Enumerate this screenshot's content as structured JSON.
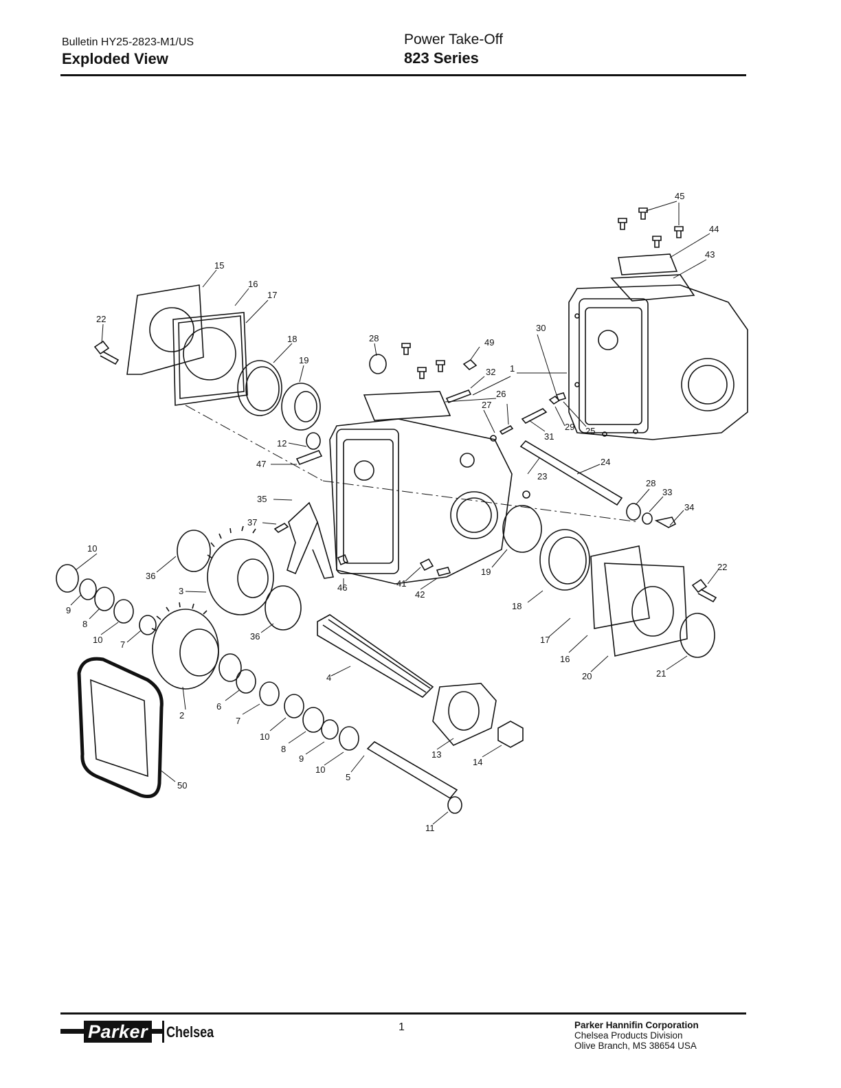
{
  "header": {
    "bulletin": "Bulletin HY25-2823-M1/US",
    "section_title": "Exploded View",
    "product": "Power Take-Off",
    "series": "823 Series"
  },
  "callouts": {
    "c1": "1",
    "c2": "2",
    "c3": "3",
    "c4": "4",
    "c5": "5",
    "c6": "6",
    "c7a": "7",
    "c7b": "7",
    "c8a": "8",
    "c8b": "8",
    "c9a": "9",
    "c9b": "9",
    "c10a": "10",
    "c10b": "10",
    "c10c": "10",
    "c10d": "10",
    "c11": "11",
    "c12": "12",
    "c13": "13",
    "c14": "14",
    "c15": "15",
    "c16a": "16",
    "c16b": "16",
    "c17a": "17",
    "c17b": "17",
    "c18a": "18",
    "c18b": "18",
    "c19a": "19",
    "c19b": "19",
    "c20": "20",
    "c21": "21",
    "c22a": "22",
    "c22b": "22",
    "c23": "23",
    "c24": "24",
    "c25": "25",
    "c26": "26",
    "c27": "27",
    "c28a": "28",
    "c28b": "28",
    "c29": "29",
    "c30": "30",
    "c31": "31",
    "c32": "32",
    "c33": "33",
    "c34": "34",
    "c35": "35",
    "c36a": "36",
    "c36b": "36",
    "c37": "37",
    "c41": "41",
    "c42": "42",
    "c43": "43",
    "c44": "44",
    "c45": "45",
    "c46": "46",
    "c47": "47",
    "c49": "49",
    "c50": "50"
  },
  "footer": {
    "page_number": "1",
    "logo_brand": "Parker",
    "logo_division": "Chelsea",
    "corp_name": "Parker Hannifin Corporation",
    "corp_division": "Chelsea Products Division",
    "corp_address": "Olive Branch, MS 38654  USA"
  }
}
